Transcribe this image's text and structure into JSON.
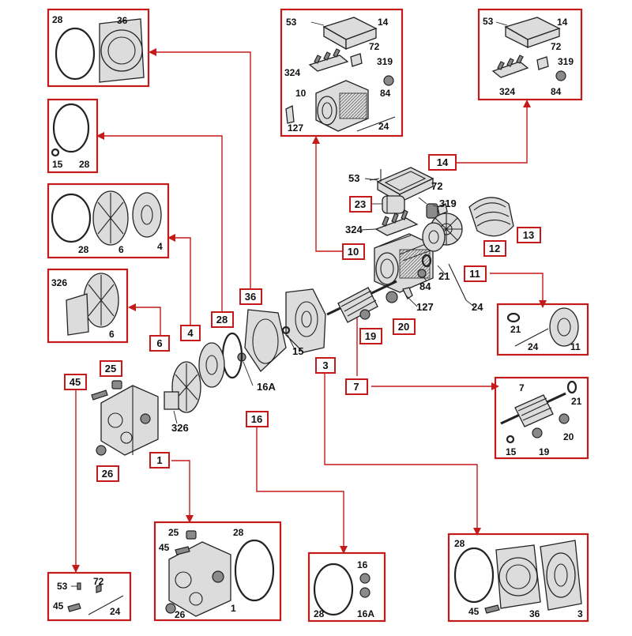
{
  "accent_color": "#c41a1a",
  "detail_boxes": [
    {
      "id": "box-28-36",
      "labels": [
        "28",
        "36"
      ]
    },
    {
      "id": "box-15-28",
      "labels": [
        "15",
        "28"
      ]
    },
    {
      "id": "box-28-6-4",
      "labels": [
        "28",
        "6",
        "4"
      ]
    },
    {
      "id": "box-326-6",
      "labels": [
        "326",
        "6"
      ]
    },
    {
      "id": "box-terminal-motor",
      "labels": [
        "53",
        "14",
        "72",
        "319",
        "324",
        "10",
        "84",
        "127",
        "24"
      ]
    },
    {
      "id": "box-terminal",
      "labels": [
        "53",
        "14",
        "72",
        "319",
        "324",
        "84"
      ]
    },
    {
      "id": "box-21-24-11",
      "labels": [
        "21",
        "24",
        "11"
      ]
    },
    {
      "id": "box-rotor",
      "labels": [
        "7",
        "21",
        "20",
        "15",
        "19"
      ]
    },
    {
      "id": "box-pump-body",
      "labels": [
        "25",
        "45",
        "26",
        "28",
        "1"
      ]
    },
    {
      "id": "box-16-16a",
      "labels": [
        "16",
        "28",
        "16A"
      ]
    },
    {
      "id": "box-28-36-3",
      "labels": [
        "28",
        "45",
        "36",
        "3"
      ]
    },
    {
      "id": "box-53-72-45-24",
      "labels": [
        "53",
        "72",
        "45",
        "24"
      ]
    }
  ],
  "tags": [
    "14",
    "23",
    "10",
    "13",
    "12",
    "11",
    "20",
    "19",
    "3",
    "7",
    "36",
    "28",
    "4",
    "6",
    "25",
    "45",
    "26",
    "1",
    "16"
  ],
  "plain_labels": [
    "53",
    "72",
    "319",
    "324",
    "84",
    "21",
    "127",
    "24",
    "15",
    "16A",
    "326"
  ]
}
